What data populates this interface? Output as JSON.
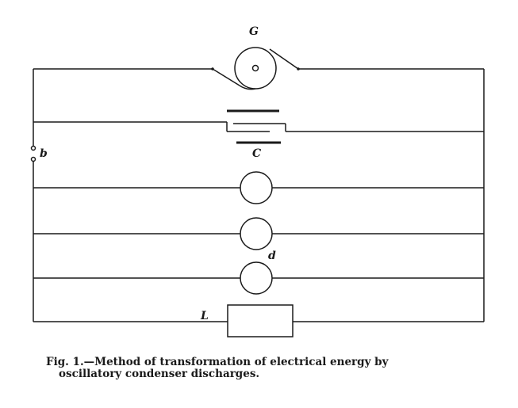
{
  "labels": {
    "generator": "G",
    "condenser": "C",
    "gap": "b",
    "lamp": "d",
    "load": "L"
  },
  "caption": {
    "line1": "Fig. 1.—Method of transformation of electrical energy by",
    "line2": "oscillatory condenser discharges."
  }
}
